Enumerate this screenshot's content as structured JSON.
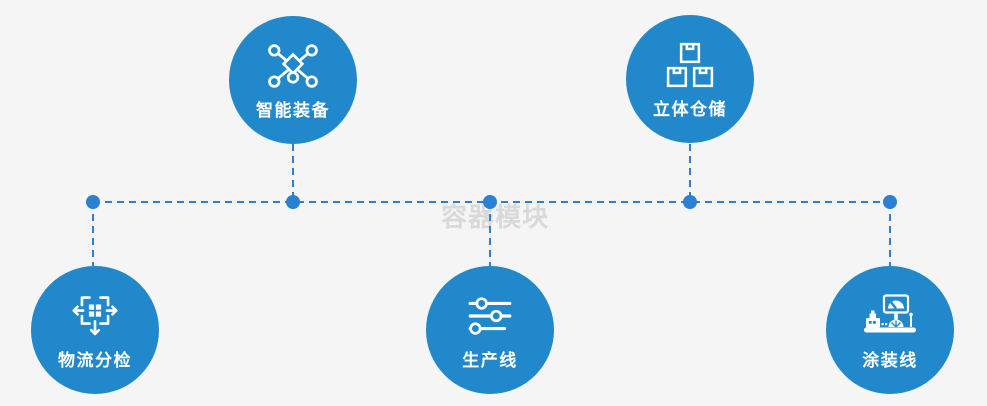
{
  "diagram": {
    "watermark": "容器模块",
    "nodes": [
      {
        "id": "intelligent-equipment",
        "label": "智能装备",
        "icon": "network-nodes-icon",
        "position": "top-left"
      },
      {
        "id": "stereo-warehouse",
        "label": "立体仓储",
        "icon": "stacked-boxes-icon",
        "position": "top-right"
      },
      {
        "id": "logistics-sorting",
        "label": "物流分检",
        "icon": "move-sort-icon",
        "position": "bottom-left"
      },
      {
        "id": "production-line",
        "label": "生产线",
        "icon": "sliders-icon",
        "position": "bottom-center"
      },
      {
        "id": "painting-line",
        "label": "涂装线",
        "icon": "factory-machine-icon",
        "position": "bottom-right"
      }
    ],
    "colors": {
      "background": "#f5f5f6",
      "node_fill": "#2189cb",
      "connector": "#2a80d2",
      "icon": "#ffffff",
      "label_text": "#ffffff",
      "watermark_text": "#aaaaae"
    }
  }
}
